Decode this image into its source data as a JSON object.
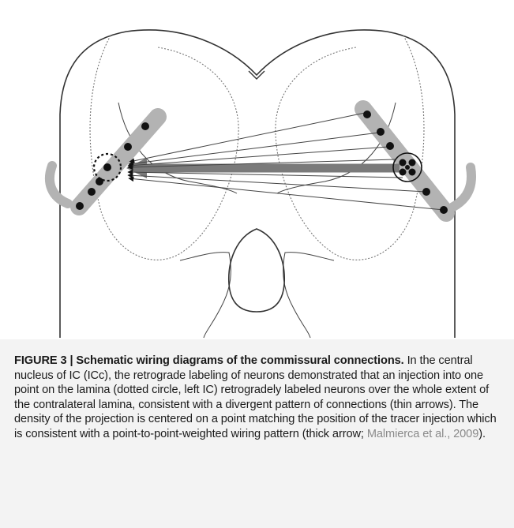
{
  "figure": {
    "label": "FIGURE 3 | ",
    "title": "Schematic wiring diagrams of the commissural connections.",
    "body": " In the central nucleus of IC (ICc), the retrograde labeling of neurons demonstrated that an injection into one point on the lamina (dotted circle, left IC) retrogradely labeled neurons over the whole extent of the contralateral lamina, consistent with a divergent pattern of connections (thin arrows). The density of the projection is centered on a point matching the position of the tracer injection which is consistent with a point-to-point-weighted wiring pattern (thick arrow; ",
    "citation": "Malmierca et al., 2009",
    "closing": ")."
  },
  "colors": {
    "band": "#b3b3b3",
    "dot": "#111111",
    "outline": "#333333",
    "background": "#f3f3f3"
  }
}
